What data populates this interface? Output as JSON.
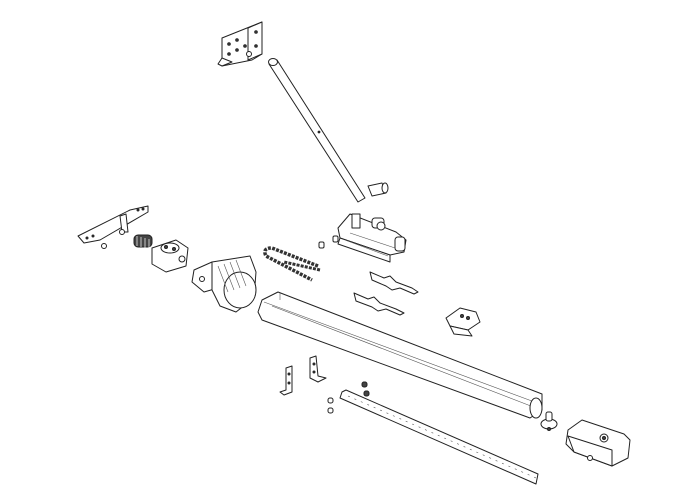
{
  "diagram": {
    "type": "exploded-parts-view",
    "colors": {
      "background": "#ffffff",
      "line": "#222222",
      "shade": "#444444"
    },
    "parts": [
      "door-bracket",
      "door-arm",
      "arm-sleeve",
      "carriage",
      "ceiling-bracket",
      "tension-spring",
      "chain-tensioner",
      "rail-end-cap",
      "chain",
      "chain-nuts",
      "pin-upper",
      "pin-lower",
      "rail-clip",
      "rail",
      "angle-bracket-left",
      "angle-bracket-right",
      "rack-bolts-upper",
      "rack-bolts-lower",
      "toothed-rack",
      "drive-sprocket",
      "motor-unit"
    ]
  }
}
